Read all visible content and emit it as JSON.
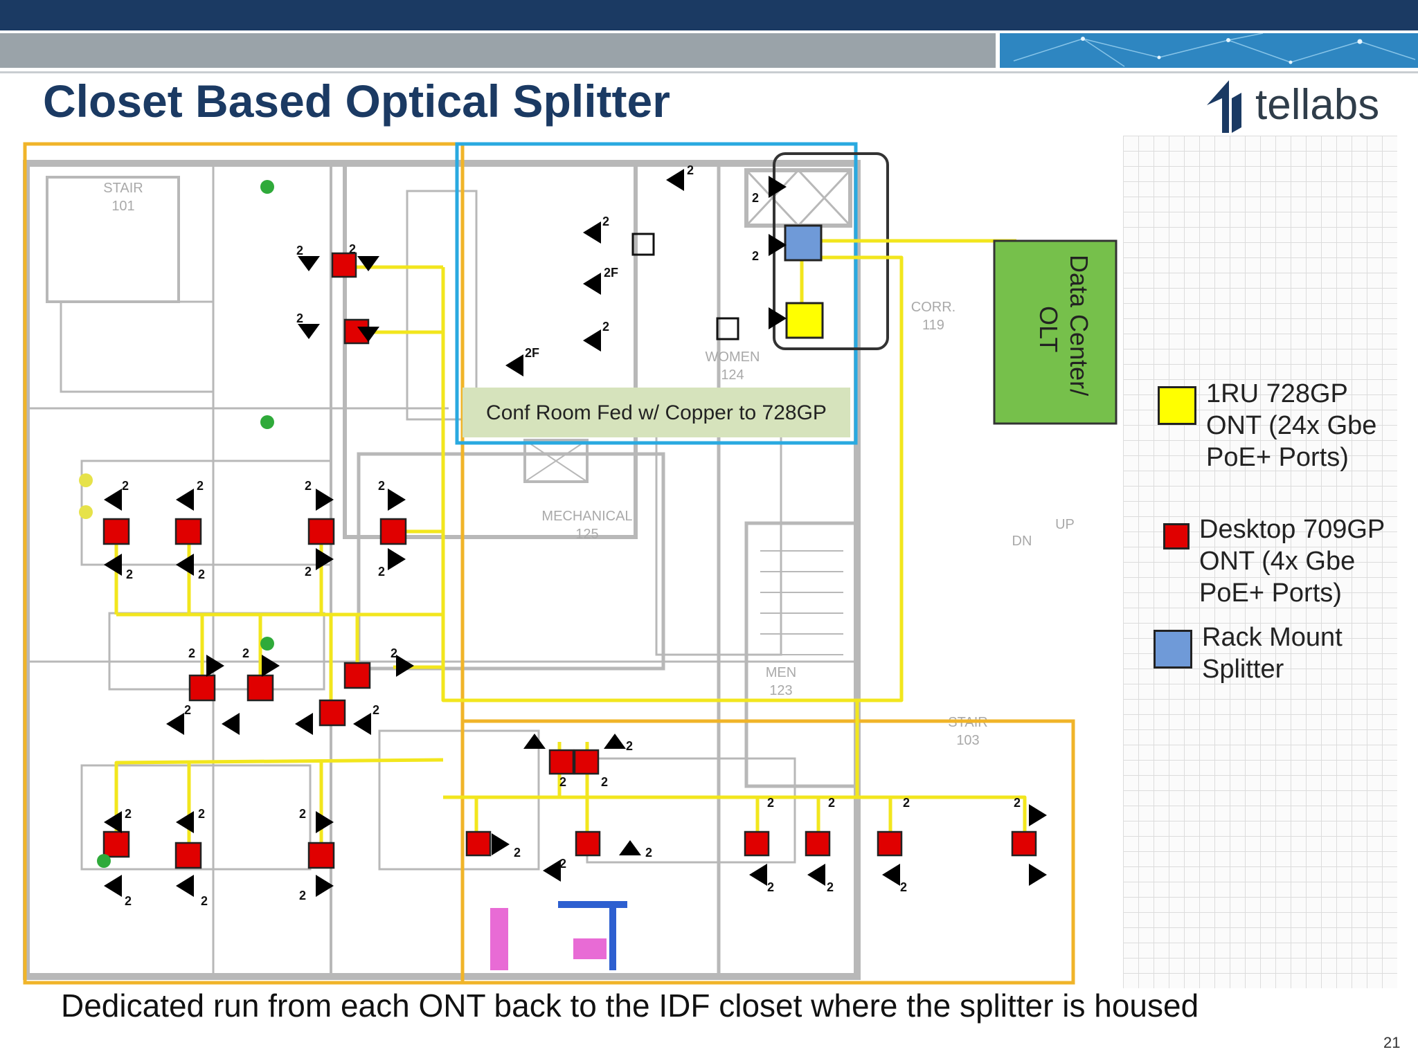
{
  "slide": {
    "title": "Closet Based Optical Splitter",
    "logo_text": "tellabs",
    "caption": "Dedicated run from each ONT back to the IDF closet  where the splitter is housed",
    "page_number": "21"
  },
  "diagram": {
    "callout_label": "Conf Room Fed w/ Copper to 728GP",
    "olt_label_line1": "Data Center/",
    "olt_label_line2": "OLT",
    "room_labels": {
      "stair_101_a": "STAIR",
      "stair_101_b": "101",
      "corr_119_a": "CORR.",
      "corr_119_b": "119",
      "mechanical_a": "MECHANICAL",
      "mechanical_b": "125",
      "women_a": "WOMEN",
      "women_b": "124",
      "men_a": "MEN",
      "men_b": "123",
      "stair_103_a": "STAIR",
      "stair_103_b": "103",
      "dn": "DN",
      "up": "UP"
    },
    "colors": {
      "fiber_line": "#f2e61d",
      "zone_outline": "#f0b429",
      "conf_zone_outline": "#29a9e0",
      "olt_fill": "#76c04b",
      "ont_desktop": "#e00000",
      "ont_rack": "#ffff00",
      "splitter": "#6f9ad8"
    }
  },
  "legend": {
    "items": [
      {
        "lines": [
          "1RU 728GP",
          "ONT (24x Gbe",
          "PoE+ Ports)"
        ],
        "color": "#ffff00"
      },
      {
        "lines": [
          "Desktop 709GP",
          "ONT (4x Gbe",
          "PoE+ Ports)"
        ],
        "color": "#e00000"
      },
      {
        "lines": [
          "Rack Mount",
          "Splitter"
        ],
        "color": "#6f9ad8"
      }
    ]
  },
  "port_label": "2",
  "port_label_f": "2F"
}
